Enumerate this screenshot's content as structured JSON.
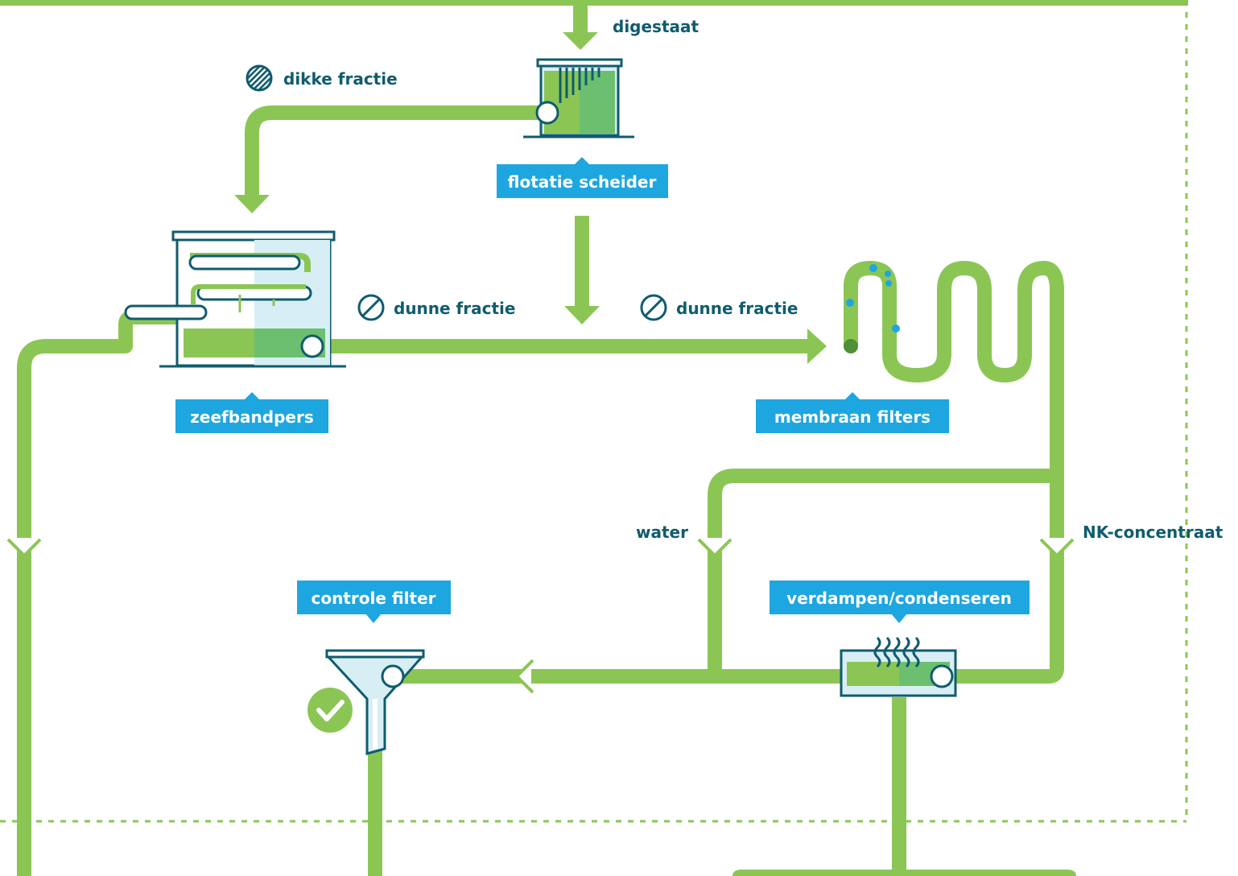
{
  "labels": {
    "digestaat": "digestaat",
    "dikke_fractie": "dikke fractie",
    "dunne_fractie_1": "dunne fractie",
    "dunne_fractie_2": "dunne fractie",
    "water": "water",
    "nk_concentraat": "NK-concentraat"
  },
  "boxes": {
    "flotatie": "flotatie scheider",
    "zeefbandpers": "zeefbandpers",
    "membraan": "membraan filters",
    "controle": "controle filter",
    "verdampen": "verdampen/condenseren"
  },
  "colors": {
    "pipe": "#8bc655",
    "pipe_dark": "#6fae3e",
    "box": "#1ea6e0",
    "line": "#0f5c6e",
    "tank": "#d8eef5",
    "dot": "#1ea6e0"
  },
  "icons": [
    "hatched-circle-icon",
    "checkmark-icon",
    "funnel-icon",
    "tank-icon",
    "belt-press-icon",
    "membrane-coil-icon",
    "evaporator-icon"
  ]
}
